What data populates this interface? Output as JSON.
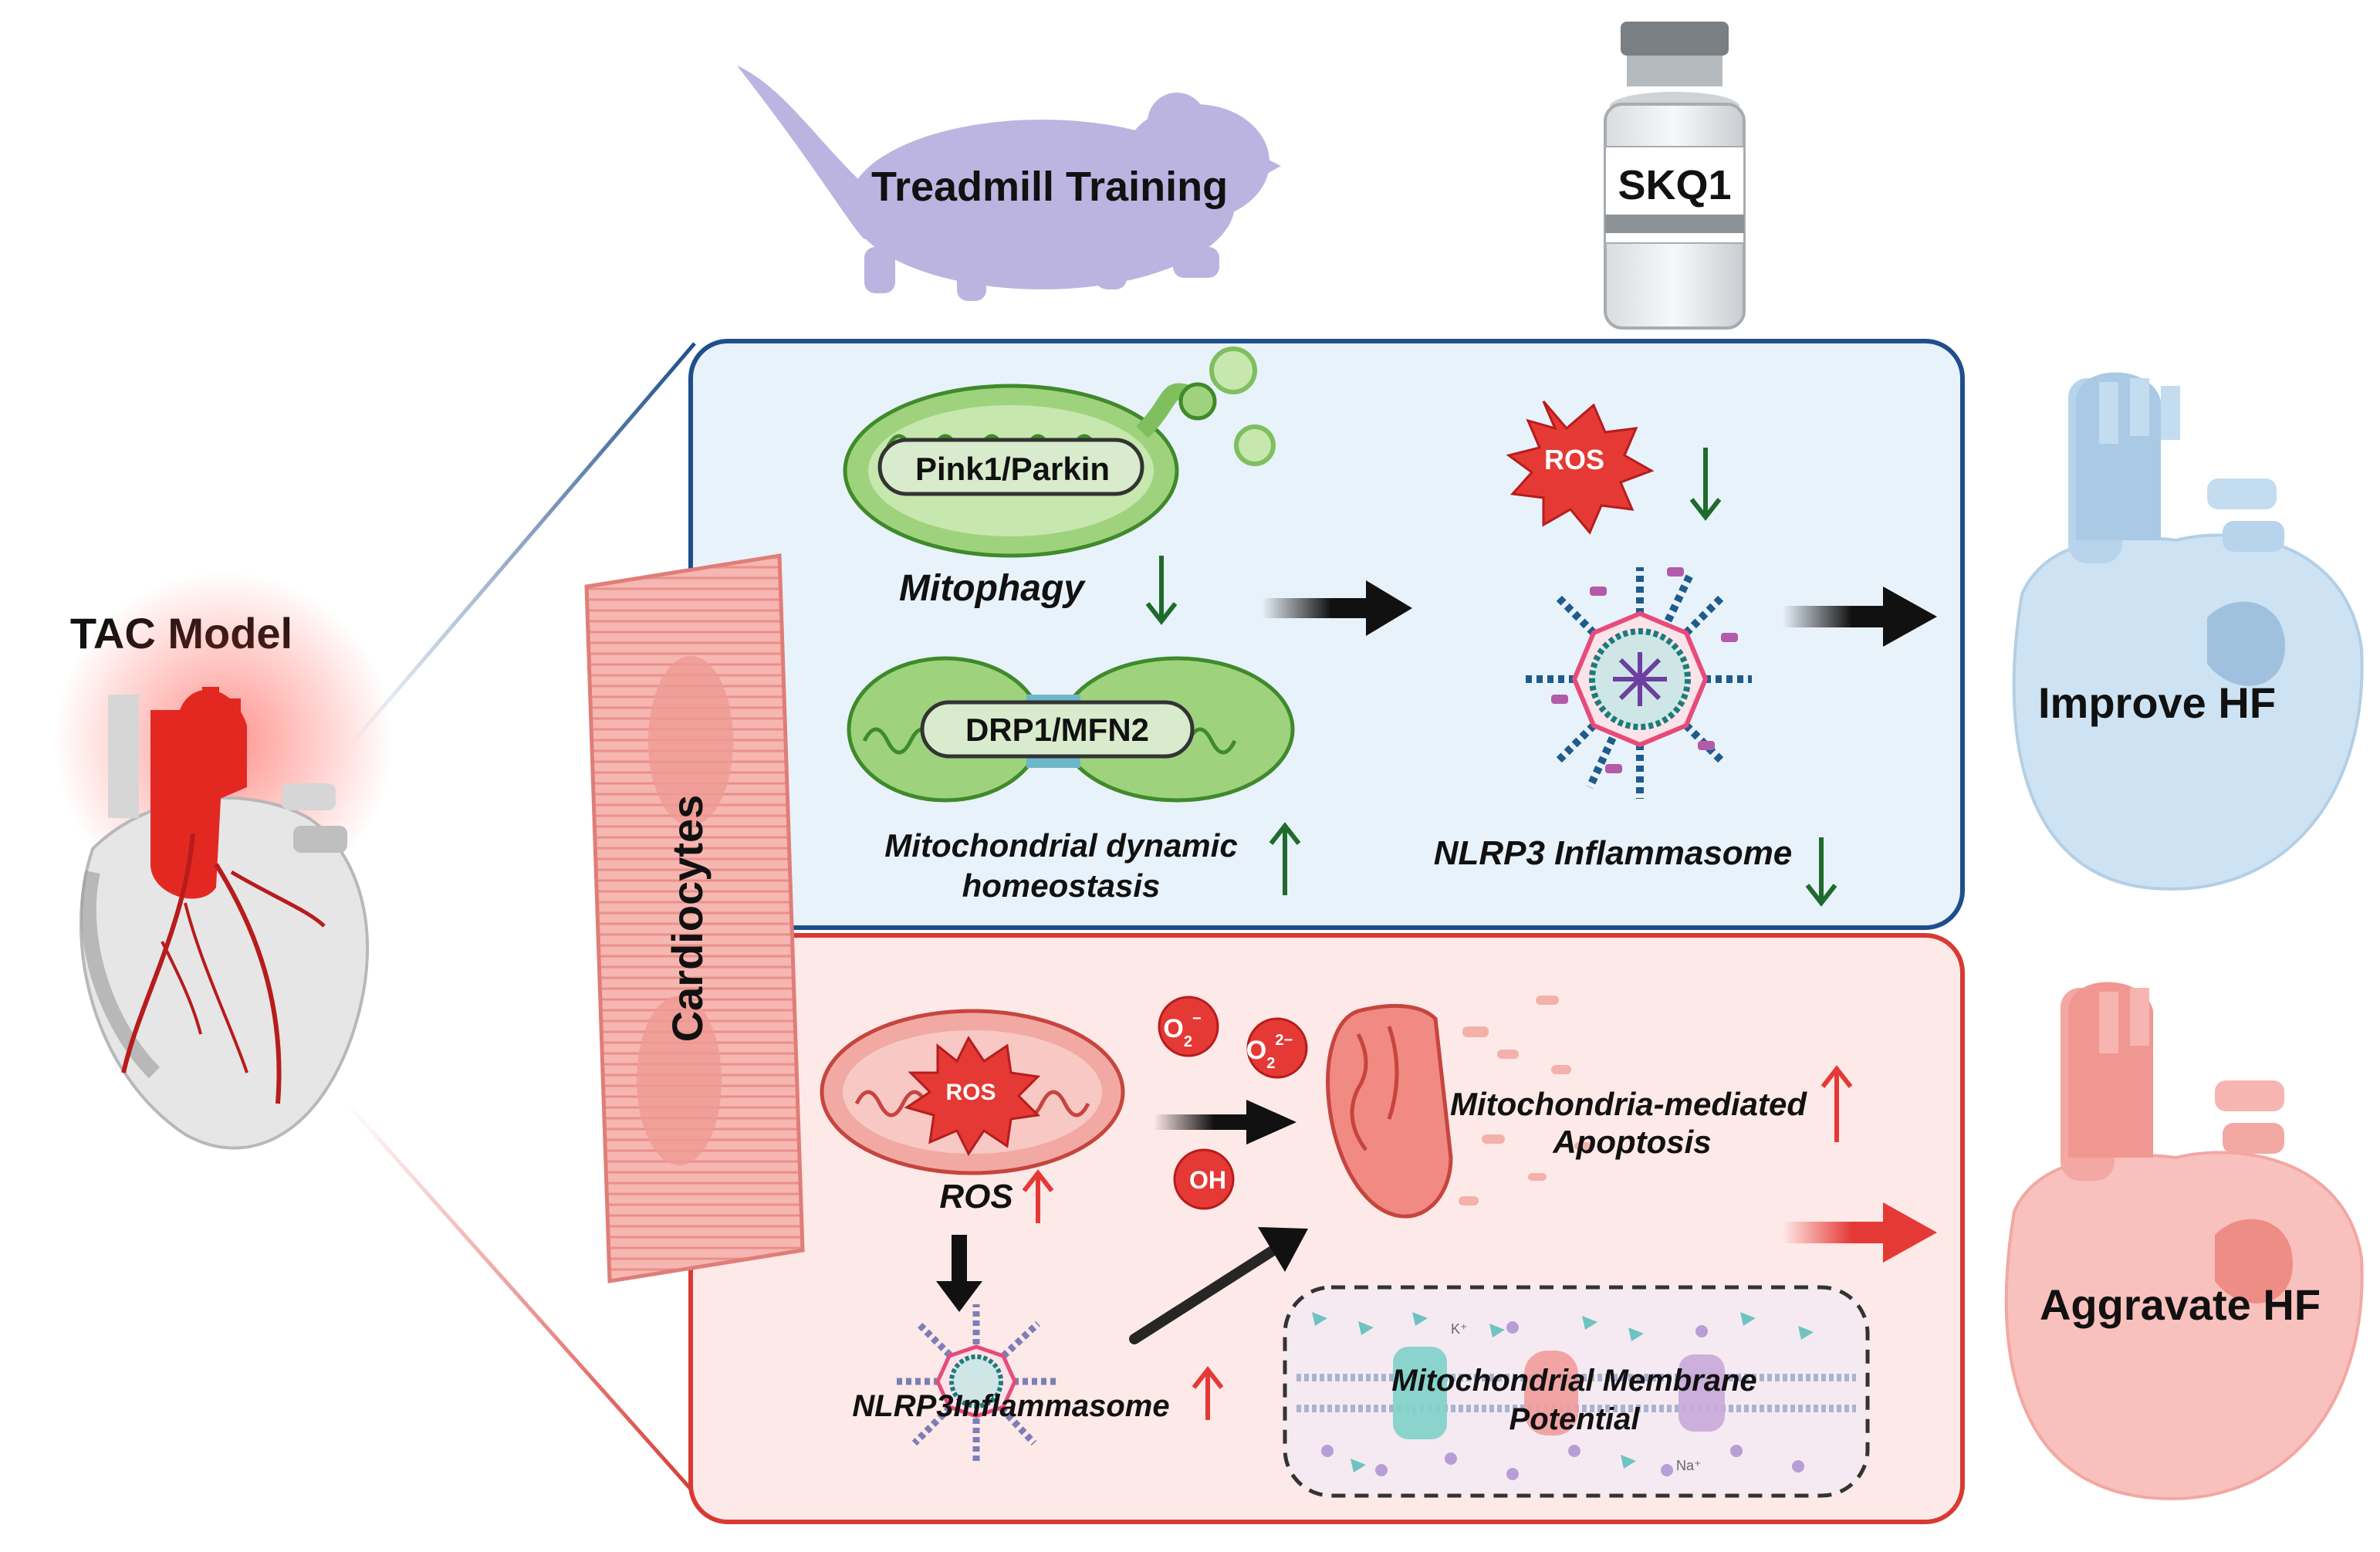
{
  "labels": {
    "treadmill": "Treadmill Training",
    "skq1": "SKQ1",
    "tac_model": "TAC Model",
    "cardiocytes": "Cardiocytes",
    "pink1_parkin": "Pink1/Parkin",
    "mitophagy": "Mitophagy",
    "drp1_mfn2": "DRP1/MFN2",
    "mito_dynamic_line1": "Mitochondrial dynamic",
    "mito_dynamic_line2": "homeostasis",
    "ros_top": "ROS",
    "nlrp3_top": "NLRP3 Inflammasome",
    "improve_hf": "Improve HF",
    "ros_bottom_badge": "ROS",
    "ros_bottom": "ROS",
    "o2_radical": "O",
    "o2_sub": "2",
    "o2_sup": "−",
    "o22_radical": "O",
    "o22_sub": "2",
    "o22_sup": "2−",
    "oh_radical": "OH",
    "apoptosis_line1": "Mitochondria-mediated",
    "apoptosis_line2": "Apoptosis",
    "nlrp3_bottom": "NLRP3Inflammasome",
    "membrane_line1": "Mitochondrial Membrane",
    "membrane_line2": "Potential",
    "k_ion": "K⁺",
    "na_ion": "Na⁺",
    "aggravate_hf": "Aggravate HF"
  },
  "colors": {
    "blue_panel_border": "#1f4e8c",
    "blue_panel_fill": "#e8f2fb",
    "red_panel_border": "#d83a33",
    "red_panel_fill": "#fde9e7",
    "mito_green": "#7fbf5e",
    "mito_green_dark": "#3f8a2a",
    "ros_red": "#e53935",
    "arrow_green": "#1e6b2c",
    "arrow_red": "#e53935"
  }
}
